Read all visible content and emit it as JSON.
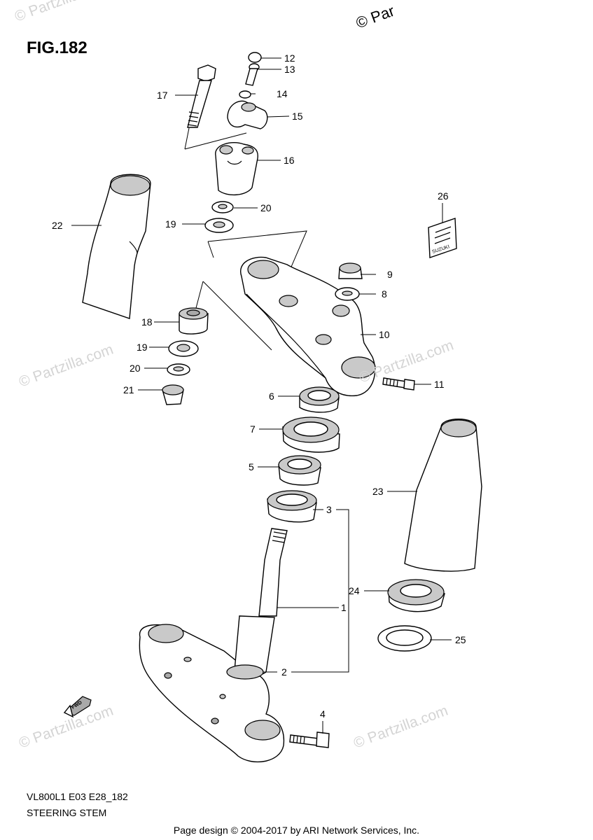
{
  "figure": {
    "title": "FIG.182",
    "model_code": "VL800L1 E03 E28_182",
    "caption": "STEERING STEM"
  },
  "footer": "Page design © 2004-2017 by ARI Network Services, Inc.",
  "watermarks": {
    "top": "© Par",
    "repeat": "© Partzilla.com"
  },
  "callouts": [
    "1",
    "2",
    "3",
    "4",
    "5",
    "6",
    "7",
    "8",
    "9",
    "10",
    "11",
    "12",
    "13",
    "14",
    "15",
    "16",
    "17",
    "18",
    "19",
    "20",
    "21",
    "22",
    "23",
    "24",
    "25",
    "26",
    "19",
    "20"
  ],
  "fwd_label": "FWD",
  "emblem_label": "SUZUKI"
}
